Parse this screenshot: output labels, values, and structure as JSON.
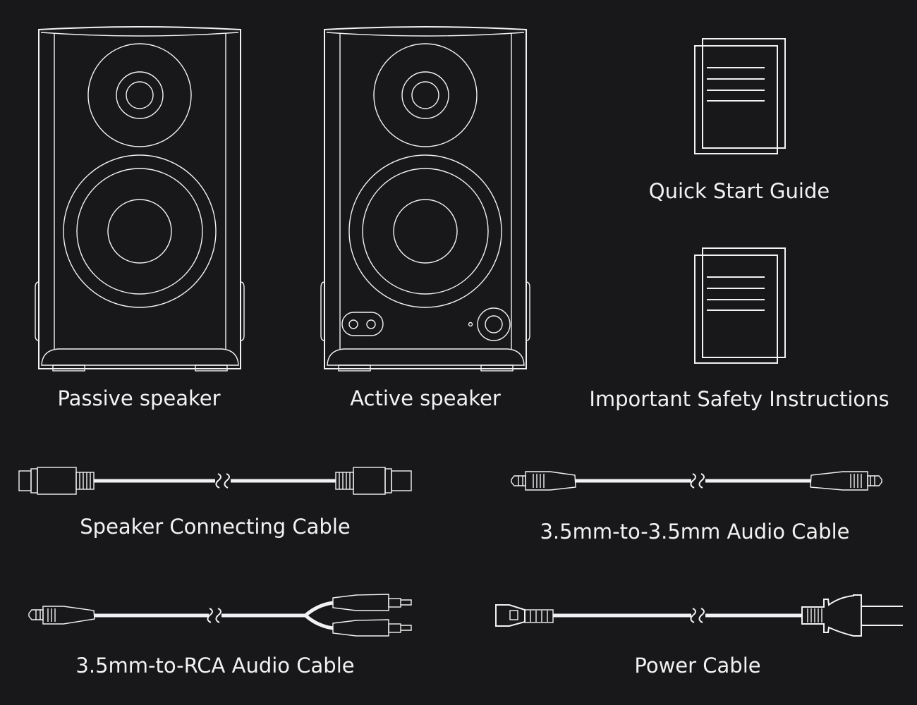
{
  "items": {
    "passive_speaker": "Passive speaker",
    "active_speaker": "Active speaker",
    "quick_start_guide": "Quick Start Guide",
    "safety_instructions": "Important Safety Instructions",
    "speaker_cable": "Speaker Connecting Cable",
    "aux_cable": "3.5mm-to-3.5mm Audio Cable",
    "rca_cable": "3.5mm-to-RCA Audio Cable",
    "power_cable": "Power Cable"
  },
  "colors": {
    "background": "#18181a",
    "line": "#f2f2f2"
  }
}
